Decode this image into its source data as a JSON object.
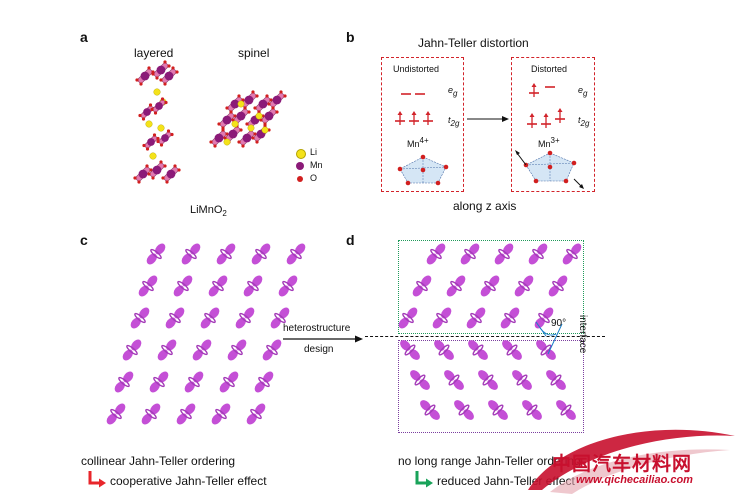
{
  "panels": {
    "a": {
      "label": "a",
      "layered": "layered",
      "spinel": "spinel",
      "formula_main": "LiMnO",
      "formula_sub": "2",
      "legend": [
        {
          "name": "Li",
          "color": "#f4e21a"
        },
        {
          "name": "Mn",
          "color": "#8b1a78"
        },
        {
          "name": "O",
          "color": "#d11f1f"
        }
      ],
      "octahedron_color": "#e07ab2"
    },
    "b": {
      "label": "b",
      "title": "Jahn-Teller distortion",
      "undistorted": "Undistorted",
      "distorted": "Distorted",
      "eg": "e",
      "eg_sub": "g",
      "t2g": "t",
      "t2g_sub": "2g",
      "mn4": "Mn",
      "mn4_sup": "4+",
      "mn3": "Mn",
      "mn3_sup": "3+",
      "axis_note": "along z axis",
      "line_color": "#d2232a"
    },
    "c": {
      "label": "c",
      "arrow_line1": "heterostructure",
      "arrow_line2": "design",
      "caption": "collinear Jahn-Teller ordering",
      "sub_caption": "cooperative Jahn-Teller effect",
      "marker_color": "#e8262b"
    },
    "d": {
      "label": "d",
      "angle": "90°",
      "interface": "interface",
      "caption": "no long range Jahn-Teller ordering",
      "sub_caption": "reduced Jahn-Teller effect",
      "marker_color": "#19a35a",
      "top_box_color": "#1f9a5a",
      "bottom_box_color": "#7b3fa0"
    }
  },
  "orbital_color": "#c44fd6",
  "watermark": {
    "text": "中国汽车材料网",
    "url": "www.qichecailiao.com"
  }
}
